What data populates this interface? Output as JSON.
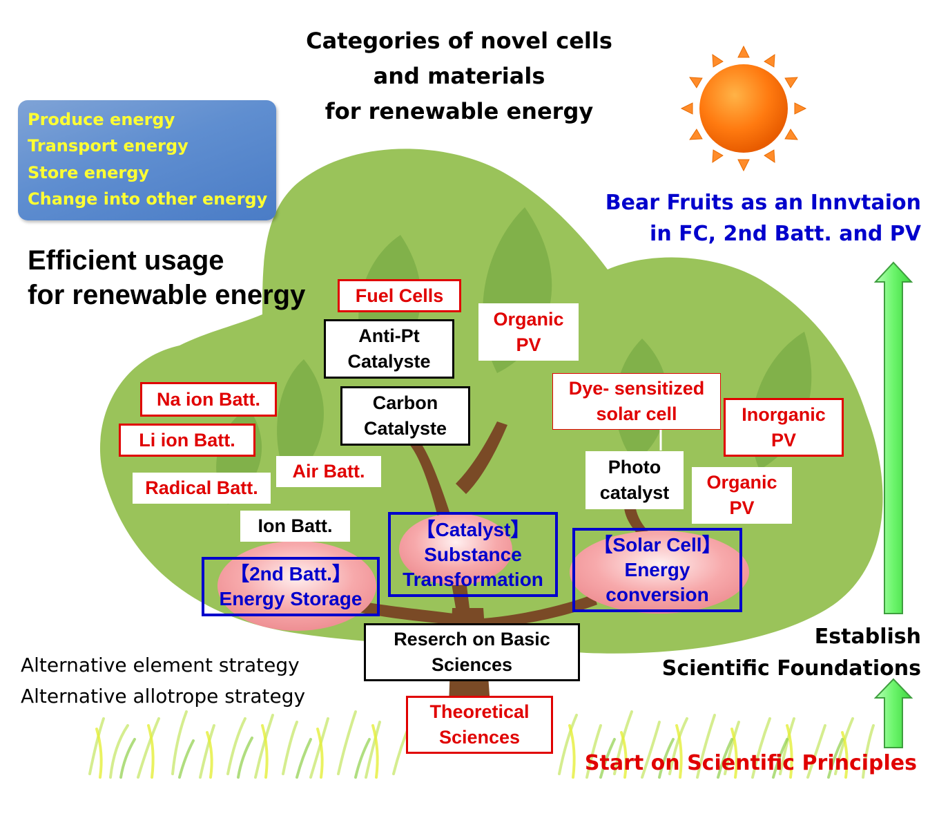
{
  "title": [
    "Categories of novel cells",
    "and materials",
    "for renewable energy"
  ],
  "legend": [
    "Produce energy",
    "Transport energy",
    "Store energy",
    "Change into other energy"
  ],
  "efficient_usage": [
    "Efficient usage",
    "for renewable energy"
  ],
  "boxes": {
    "fuel_cells": [
      "Fuel Cells"
    ],
    "anti_pt": [
      "Anti-Pt",
      "Catalyste"
    ],
    "carbon": [
      "Carbon",
      "Catalyste"
    ],
    "organic_pv_top": [
      "Organic",
      "PV"
    ],
    "na_ion": [
      "Na ion Batt."
    ],
    "li_ion": [
      "Li ion Batt."
    ],
    "radical": [
      "Radical Batt."
    ],
    "air": [
      "Air Batt."
    ],
    "ion": [
      "Ion Batt."
    ],
    "dye": [
      "Dye- sensitized",
      "solar cell"
    ],
    "inorganic_pv": [
      "Inorganic",
      "PV"
    ],
    "photo": [
      "Photo",
      "catalyst"
    ],
    "organic_pv_low": [
      "Organic",
      "PV"
    ],
    "batt2": [
      "【2nd Batt.】",
      "Energy Storage"
    ],
    "catalyst": [
      "【Catalyst】",
      "Substance",
      "Transformation"
    ],
    "solar": [
      "【Solar Cell】",
      "Energy",
      "conversion"
    ],
    "basic": [
      "Reserch on Basic",
      "Sciences"
    ],
    "theoretical": [
      "Theoretical",
      "Sciences"
    ]
  },
  "bear_fruits": [
    "Bear Fruits as an Innvtaion",
    "in FC, 2nd Batt. and PV"
  ],
  "establish": [
    "Establish",
    "Scientific Foundations"
  ],
  "strategies": [
    "Alternative element strategy",
    "Alternative allotrope strategy"
  ],
  "start": "Start on Scientific Principles",
  "colors": {
    "tree": "#9ac35a",
    "leaf": "#7fb04a",
    "trunk": "#7a4a26",
    "blue_text": "#0000cc",
    "red_text": "#e00000",
    "arrow_fill": "#7dff7d",
    "arrow_edge": "#3e9e3e",
    "sun": "#ff7a10",
    "legend_text": "#ffff33"
  }
}
